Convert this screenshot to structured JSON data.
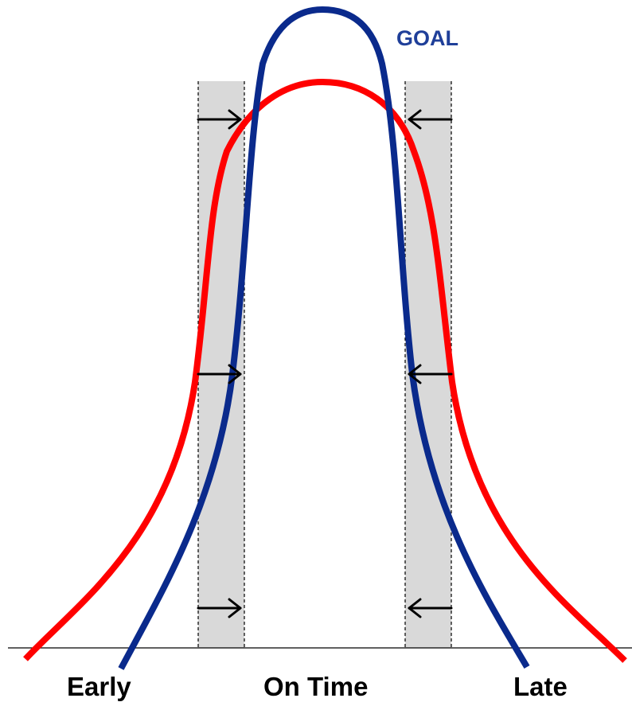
{
  "labels": {
    "goal": "GOAL",
    "early": "Early",
    "on_time": "On Time",
    "late": "Late"
  },
  "colors": {
    "goal_curve": "#0a2a8c",
    "current_curve": "#ff0000",
    "band_fill": "#d9d9d9",
    "arrow": "#000000",
    "baseline": "#000000",
    "goal_label": "#1f3f99",
    "axis_label": "#000000"
  }
}
